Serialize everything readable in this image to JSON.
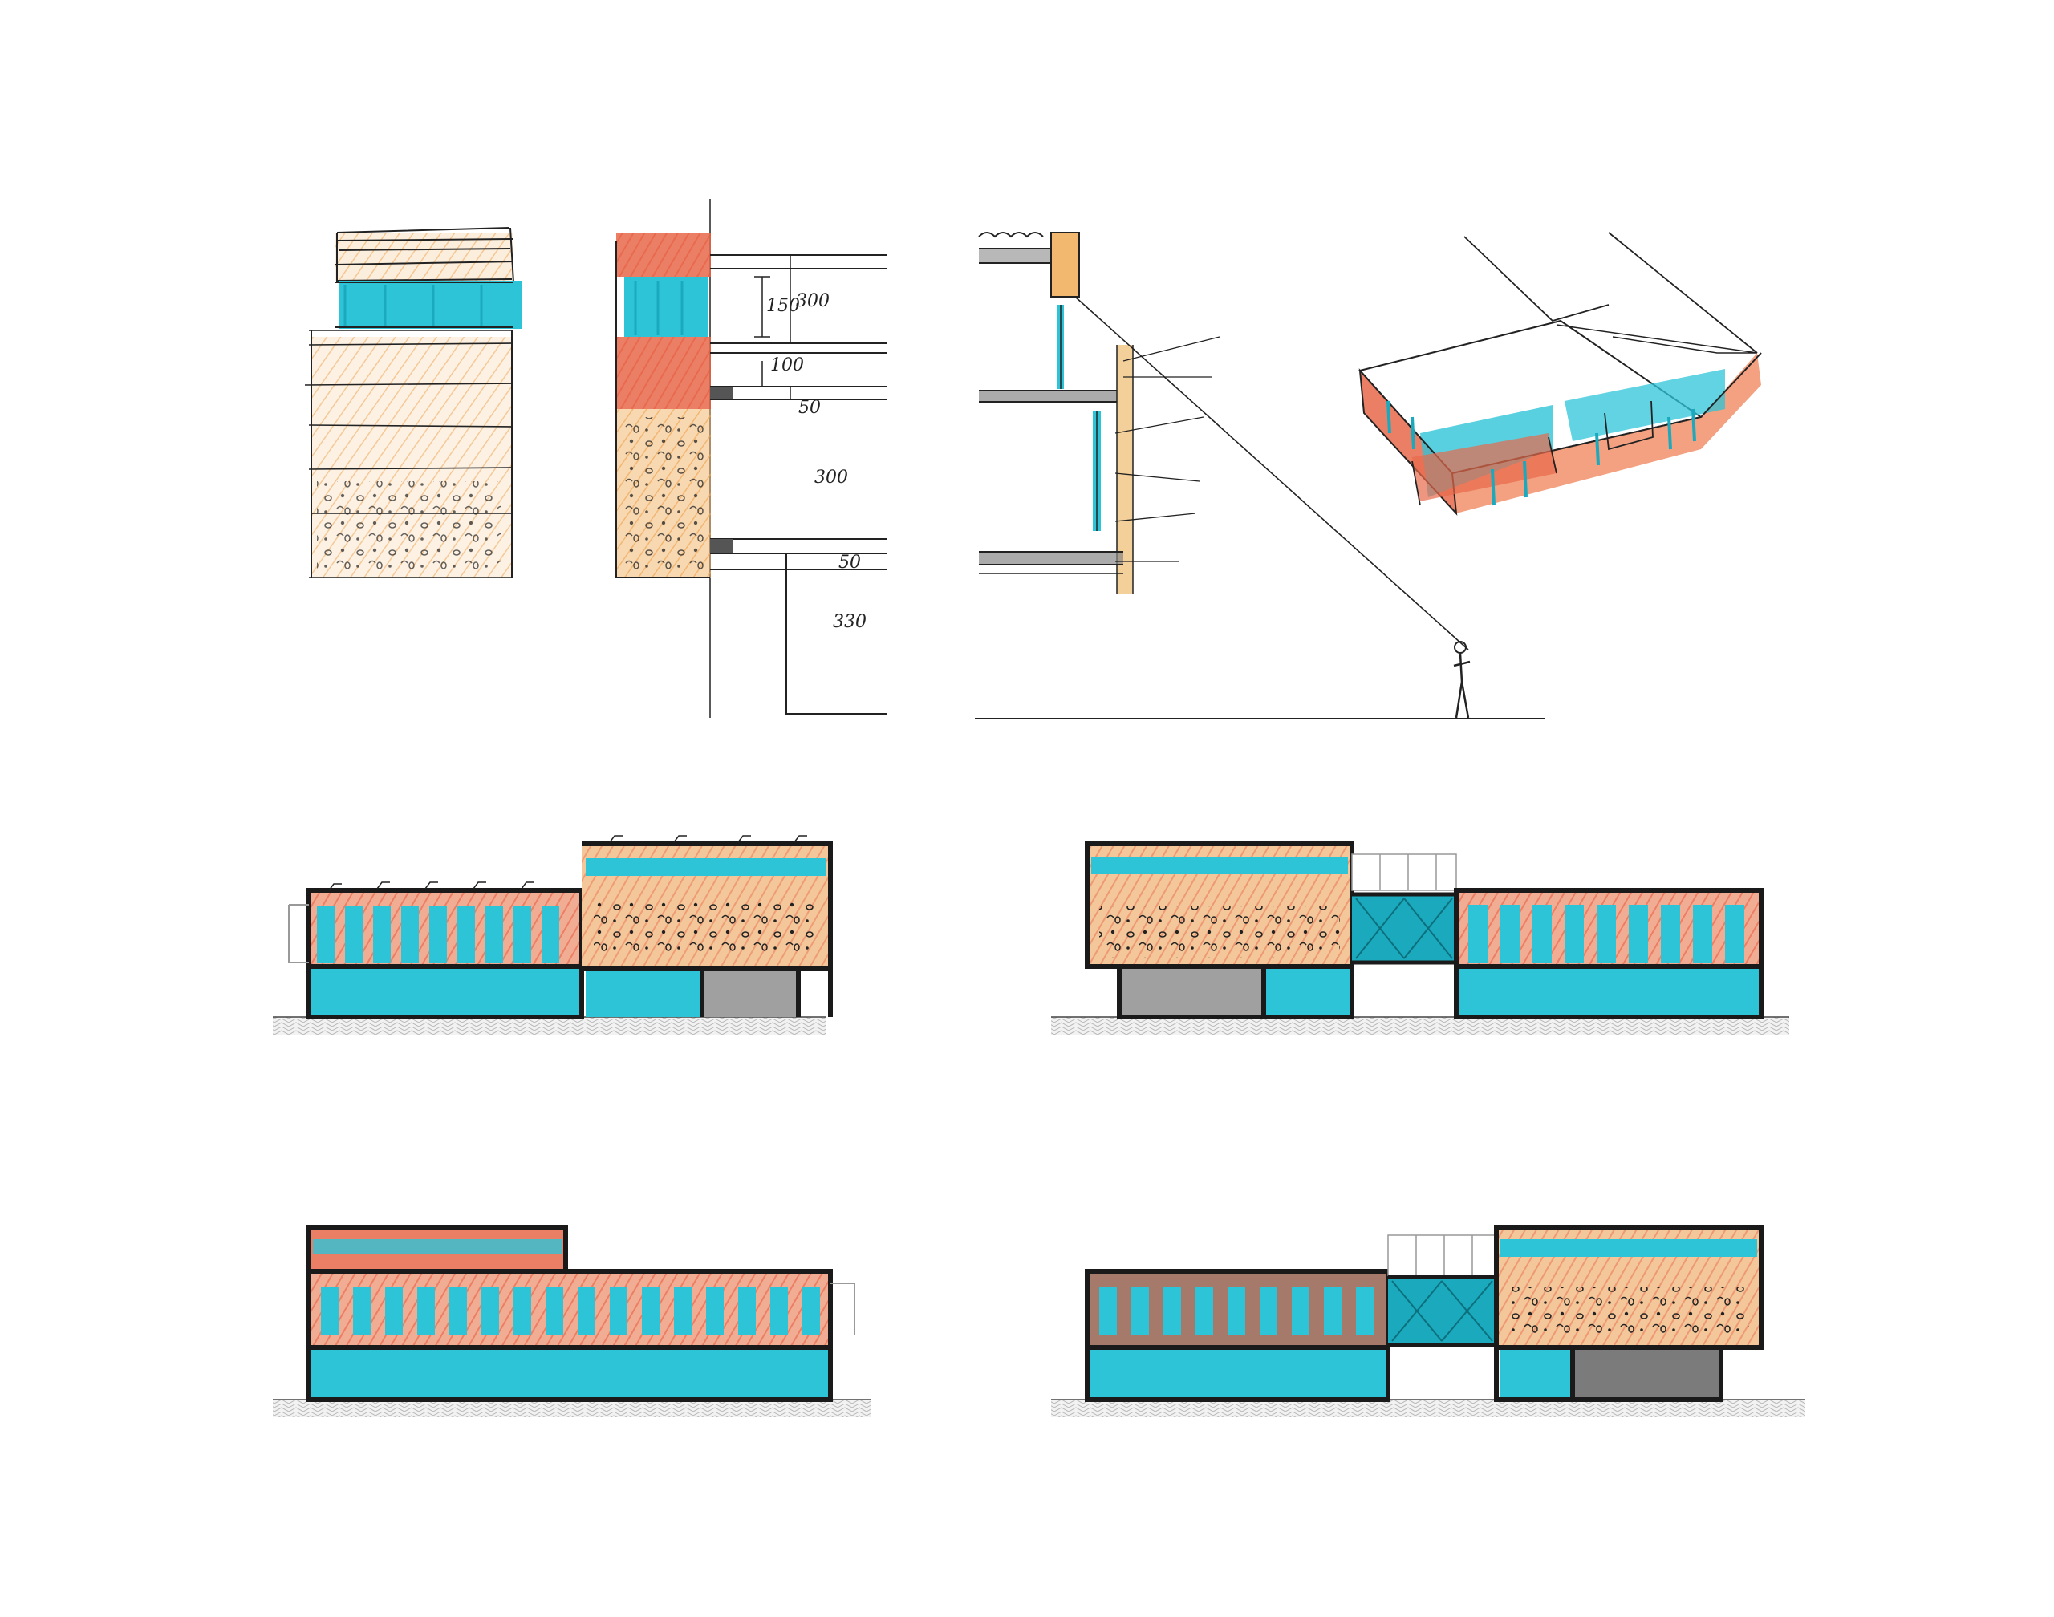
{
  "colors": {
    "paper": "#ffffff",
    "ink": "#1a1a1a",
    "terracotta": "#e8694a",
    "terracotta_light": "#f2a07c",
    "ochre": "#f3b870",
    "turquoise": "#2ec4d8",
    "turquoise_dark": "#1aa9bd",
    "concrete": "#8e8e8e",
    "ground": "#e2e2e2"
  },
  "section_dims": {
    "d150": "150",
    "d300_top": "300",
    "d100": "100",
    "d50_a": "50",
    "d300_mid": "300",
    "d50_b": "50",
    "d330": "330"
  },
  "sketches": [
    {
      "name": "wall-elevation-detail"
    },
    {
      "name": "wall-section-dimensions"
    },
    {
      "name": "facade-section-sightline"
    },
    {
      "name": "axonometric-view"
    },
    {
      "name": "elevation-1"
    },
    {
      "name": "elevation-2"
    },
    {
      "name": "elevation-3"
    },
    {
      "name": "elevation-4"
    }
  ]
}
